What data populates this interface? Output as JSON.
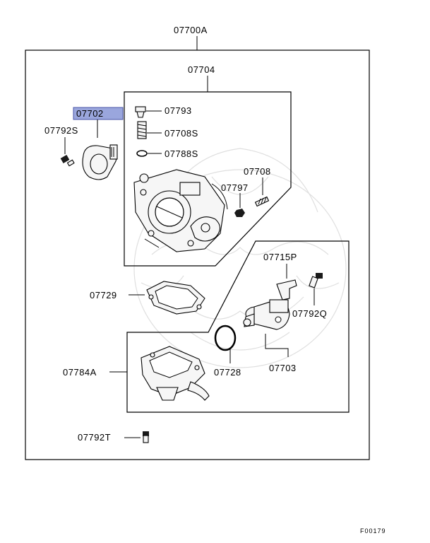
{
  "assembly": {
    "code": "07700A"
  },
  "group_inner": {
    "code": "07704"
  },
  "highlighted_part": {
    "code": "07702",
    "highlight_color": "#9aa6dd"
  },
  "parts": {
    "p07792S": "07792S",
    "p07793": "07793",
    "p07708S": "07708S",
    "p07788S": "07788S",
    "p07708": "07708",
    "p07797": "07797",
    "p07715P": "07715P",
    "p07729": "07729",
    "p07792Q": "07792Q",
    "p07728": "07728",
    "p07703": "07703",
    "p07784A": "07784A",
    "p07792T": "07792T"
  },
  "figure_code": "F00179"
}
